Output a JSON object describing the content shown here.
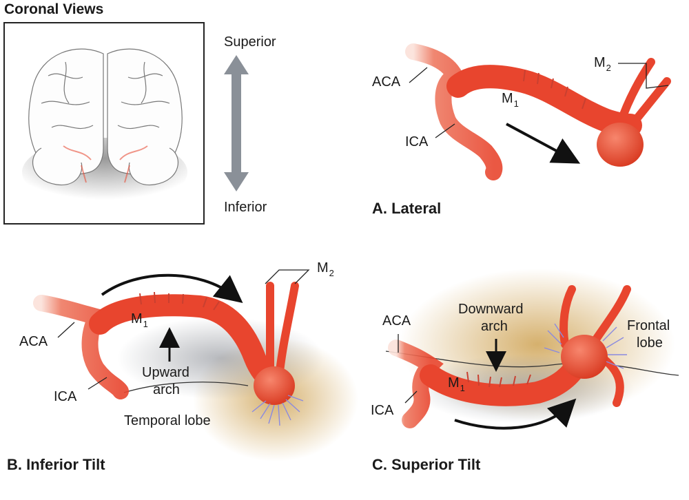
{
  "figure": {
    "coronal_title": "Coronal Views",
    "axis": {
      "superior": "Superior",
      "inferior": "Inferior"
    }
  },
  "panel_a": {
    "title": "A. Lateral",
    "labels": {
      "aca": "ACA",
      "ica": "ICA",
      "m1": "M",
      "m1_sub": "1",
      "m2": "M",
      "m2_sub": "2"
    }
  },
  "panel_b": {
    "title": "B. Inferior Tilt",
    "labels": {
      "aca": "ACA",
      "ica": "ICA",
      "m1": "M",
      "m1_sub": "1",
      "m2": "M",
      "m2_sub": "2",
      "arch_line1": "Upward",
      "arch_line2": "arch",
      "lobe": "Temporal lobe"
    }
  },
  "panel_c": {
    "title": "C. Superior Tilt",
    "labels": {
      "aca": "ACA",
      "ica": "ICA",
      "m1": "M",
      "m1_sub": "1",
      "arch_line1": "Downward",
      "arch_line2": "arch",
      "lobe_line1": "Frontal",
      "lobe_line2": "lobe"
    }
  },
  "colors": {
    "vessel": "#e8503a",
    "vessel_light": "#f8d2c8",
    "lobe": "#c8963c",
    "perforators": "#8a8ae0",
    "arrow": "#8a9098"
  }
}
